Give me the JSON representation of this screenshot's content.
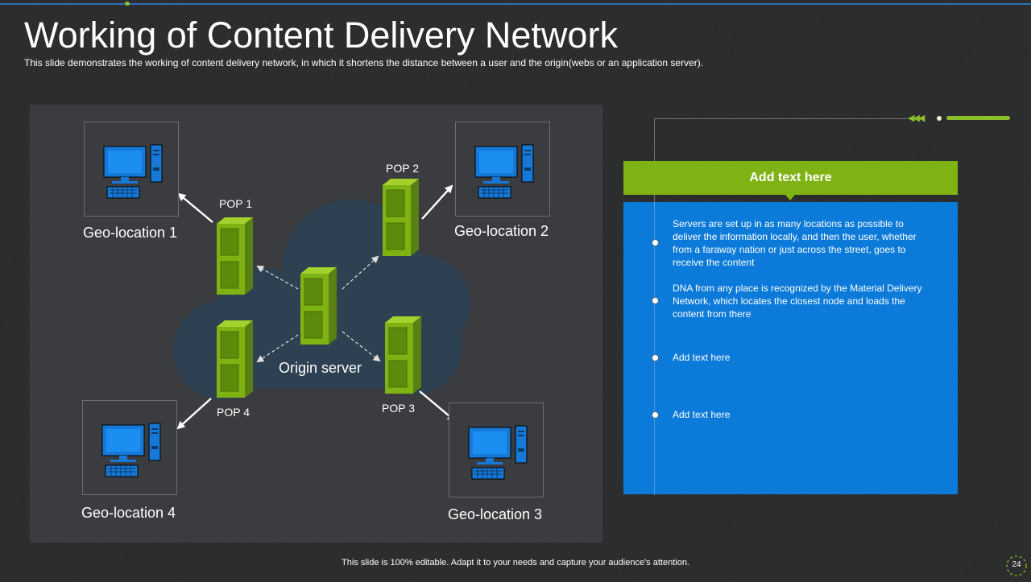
{
  "slide": {
    "title": "Working of Content Delivery Network",
    "subtitle": "This slide demonstrates the working of content delivery network, in which it shortens the distance between a user and the origin(webs or an application server).",
    "footer": "This slide is 100% editable.  Adapt it to your needs and capture your audience's attention.",
    "page_number": "24"
  },
  "diagram": {
    "origin_label": "Origin server",
    "pops": [
      "POP 1",
      "POP 2",
      "POP 3",
      "POP 4"
    ],
    "geo_locations": [
      "Geo-location 1",
      "Geo-location 2",
      "Geo-location 3",
      "Geo-location 4"
    ]
  },
  "info_panel": {
    "header": "Add text here",
    "bullets": [
      "Servers are set up in as many locations as possible to deliver the information  locally, and then the user, whether from a faraway  nation or just across the street, goes to receive  the content",
      "DNA from any place is recognized by the Material Delivery  Network, which locates the closest node and loads the content from  there",
      "Add text here",
      "Add text here"
    ]
  },
  "colors": {
    "accent_green": "#7fb213",
    "accent_blue": "#0b7ad9",
    "cloud": "#2e4152",
    "background": "#2b2c2e"
  },
  "icons": [
    "computer-icon",
    "server-icon",
    "cloud-shape"
  ]
}
